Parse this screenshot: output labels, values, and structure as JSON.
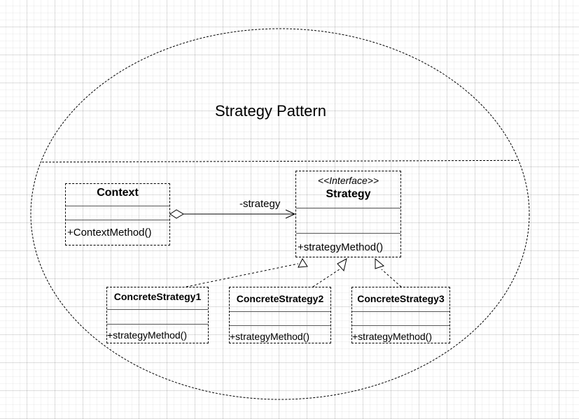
{
  "diagram": {
    "title": "Strategy Pattern",
    "association_label": "-strategy",
    "context": {
      "name": "Context",
      "method": "+ContextMethod()"
    },
    "strategy": {
      "stereotype": "<<Interface>>",
      "name": "Strategy",
      "method": "+strategyMethod()"
    },
    "concrete": [
      {
        "name": "ConcreteStrategy1",
        "method": "+strategyMethod()"
      },
      {
        "name": "ConcreteStrategy2",
        "method": "+strategyMethod()"
      },
      {
        "name": "ConcreteStrategy3",
        "method": "+strategyMethod()"
      }
    ]
  }
}
